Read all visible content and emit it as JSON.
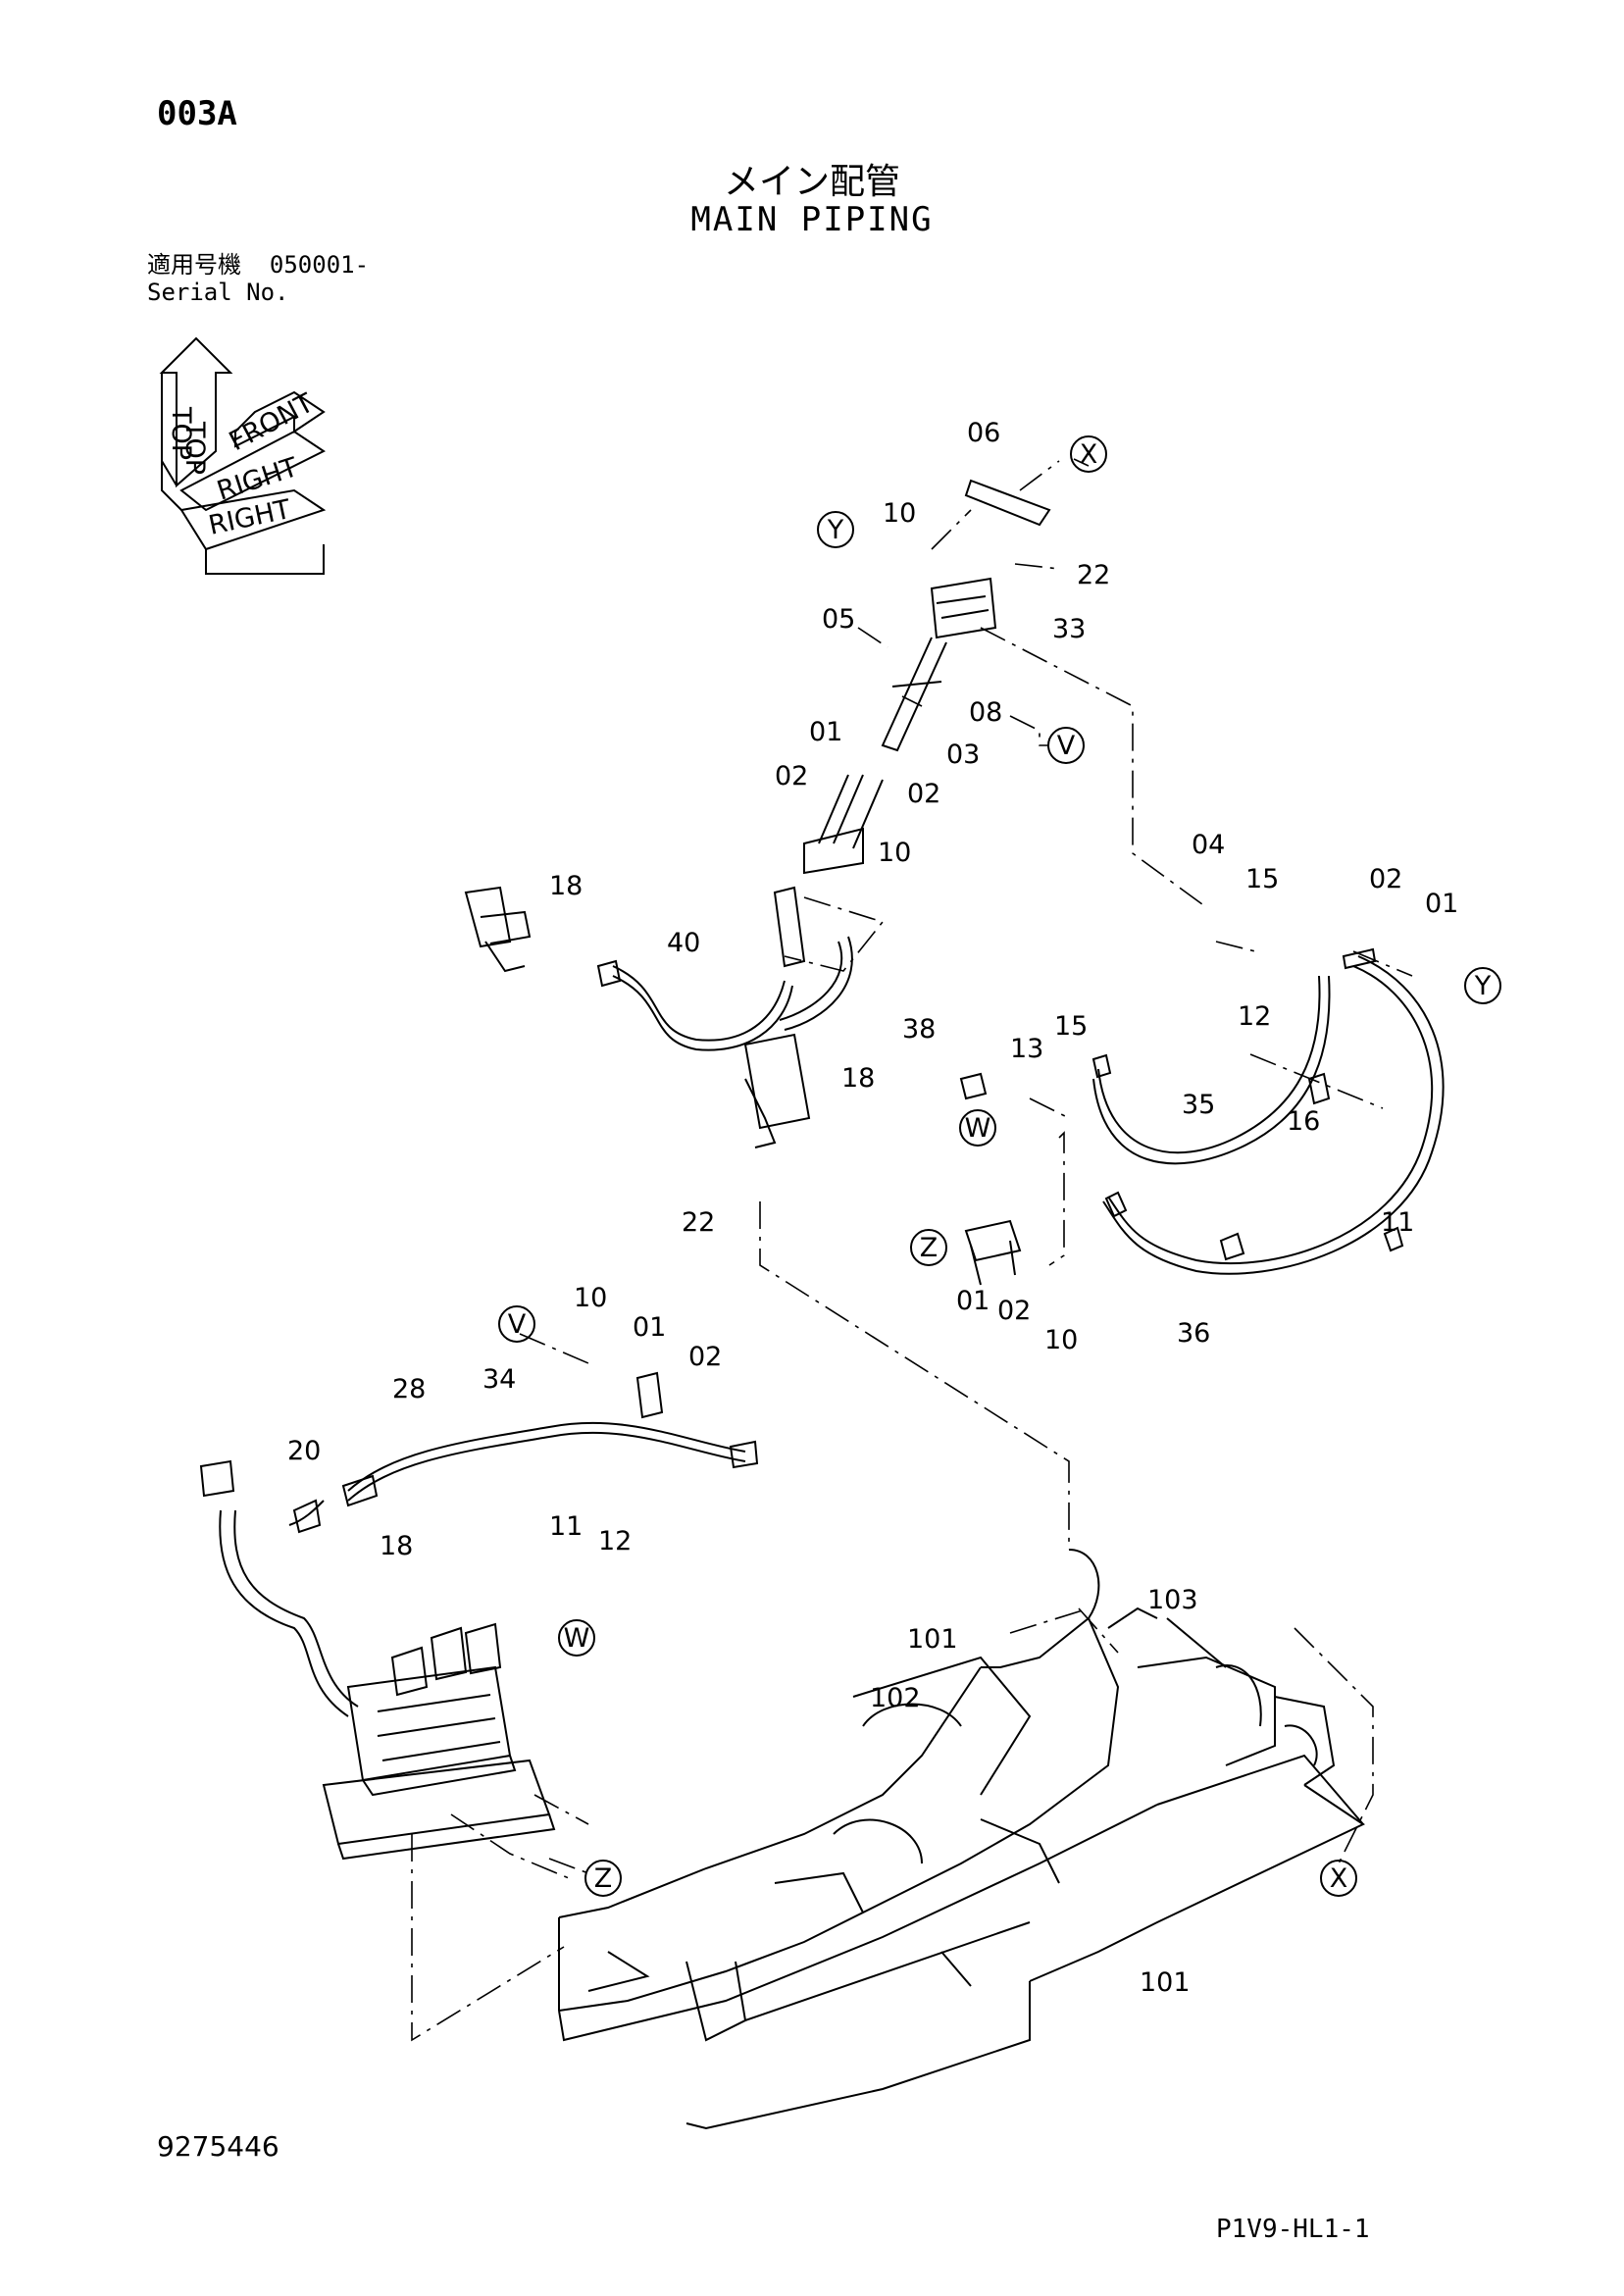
{
  "header": {
    "page_code": "003A",
    "title_jp": "メイン配管",
    "title_en": "MAIN PIPING",
    "serial_label_jp": "適用号機",
    "serial_value": "050001-",
    "serial_label_en": "Serial No."
  },
  "orientation": {
    "top": "TOP",
    "front": "FRONT",
    "right": "RIGHT"
  },
  "callouts": [
    "X",
    "Y",
    "V",
    "W",
    "Z"
  ],
  "part_labels": [
    "06",
    "10",
    "22",
    "05",
    "33",
    "08",
    "03",
    "01",
    "02",
    "02",
    "10",
    "04",
    "15",
    "02",
    "01",
    "18",
    "40",
    "38",
    "18",
    "13",
    "15",
    "12",
    "35",
    "16",
    "11",
    "22",
    "10",
    "01",
    "02",
    "36",
    "10",
    "01",
    "02",
    "28",
    "34",
    "20",
    "18",
    "11",
    "12",
    "101",
    "103",
    "102",
    "101"
  ],
  "footer": {
    "drawing_no": "9275446",
    "sheet_id": "P1V9-HL1-1"
  }
}
